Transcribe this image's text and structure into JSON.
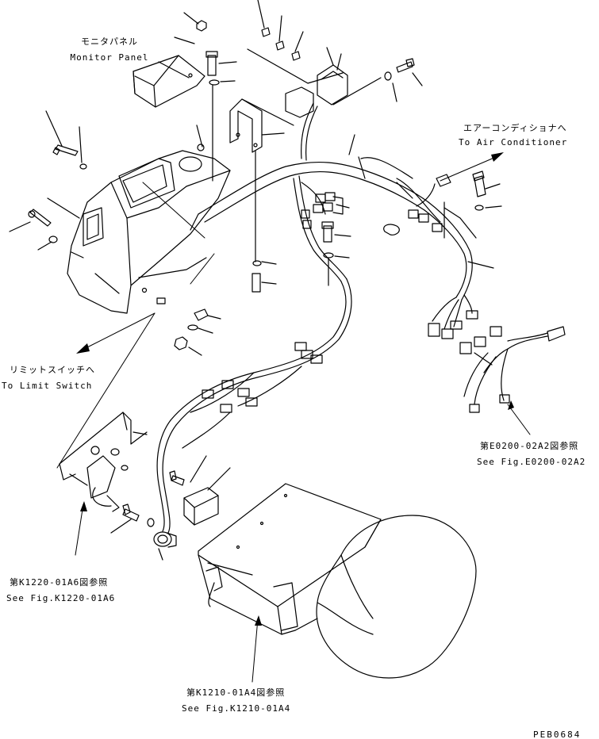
{
  "colors": {
    "ink": "#000000",
    "paper": "#ffffff"
  },
  "labels": {
    "monitor_panel": {
      "jp": "モニタパネル",
      "en": "Monitor Panel"
    },
    "air_conditioner": {
      "jp": "エアーコンディショナへ",
      "en": "To Air Conditioner"
    },
    "limit_switch": {
      "jp": "リミットスイッチへ",
      "en": "To Limit Switch"
    },
    "ref_e0200": {
      "jp": "第E0200-02A2図参照",
      "en": "See Fig.E0200-02A2"
    },
    "ref_k1220": {
      "jp": "第K1220-01A6図参照",
      "en": "See Fig.K1220-01A6"
    },
    "ref_k1210": {
      "jp": "第K1210-01A4図参照",
      "en": "See Fig.K1210-01A4"
    }
  },
  "drawing_code": "PEB0684"
}
